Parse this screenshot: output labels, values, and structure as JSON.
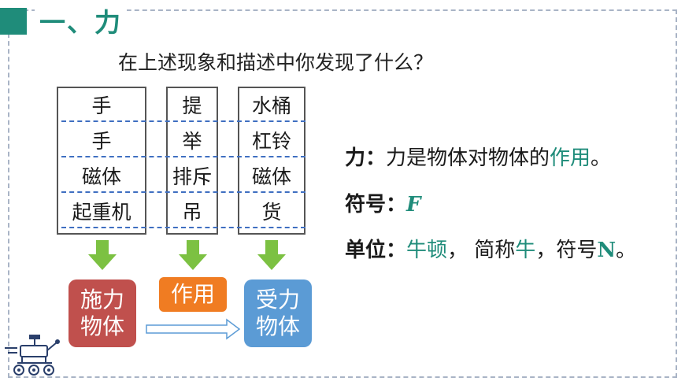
{
  "header": {
    "title": "一、力"
  },
  "question": "在上述现象和描述中你发现了什么？",
  "columns": [
    {
      "items": [
        "手",
        "手",
        "磁体",
        "起重机"
      ]
    },
    {
      "items": [
        "提",
        "举",
        "排斥",
        "吊"
      ]
    },
    {
      "items": [
        "水桶",
        "杠铃",
        "磁体",
        "货"
      ]
    }
  ],
  "boxes": {
    "exert": [
      "施力",
      "物体"
    ],
    "action": "作用",
    "receive": [
      "受力",
      "物体"
    ]
  },
  "definition": {
    "label": "力：",
    "text_prefix": "力是物体对物体的",
    "text_highlight": "作用",
    "text_suffix": "。"
  },
  "symbol": {
    "label": "符号：",
    "value": "F"
  },
  "unit": {
    "label": "单位：",
    "name": "牛顿",
    "sep": "，  简称",
    "short": "牛",
    "sep2": "，符号",
    "symbol": "N",
    "end": "。"
  },
  "colors": {
    "accent": "#1f8c7a",
    "arrow_green": "#7cc142",
    "box_red": "#c0504d",
    "box_orange": "#f07c22",
    "box_blue": "#5b9bd5",
    "dash_blue": "#3f6fc1"
  },
  "icons": {
    "rover": "rover-icon"
  }
}
